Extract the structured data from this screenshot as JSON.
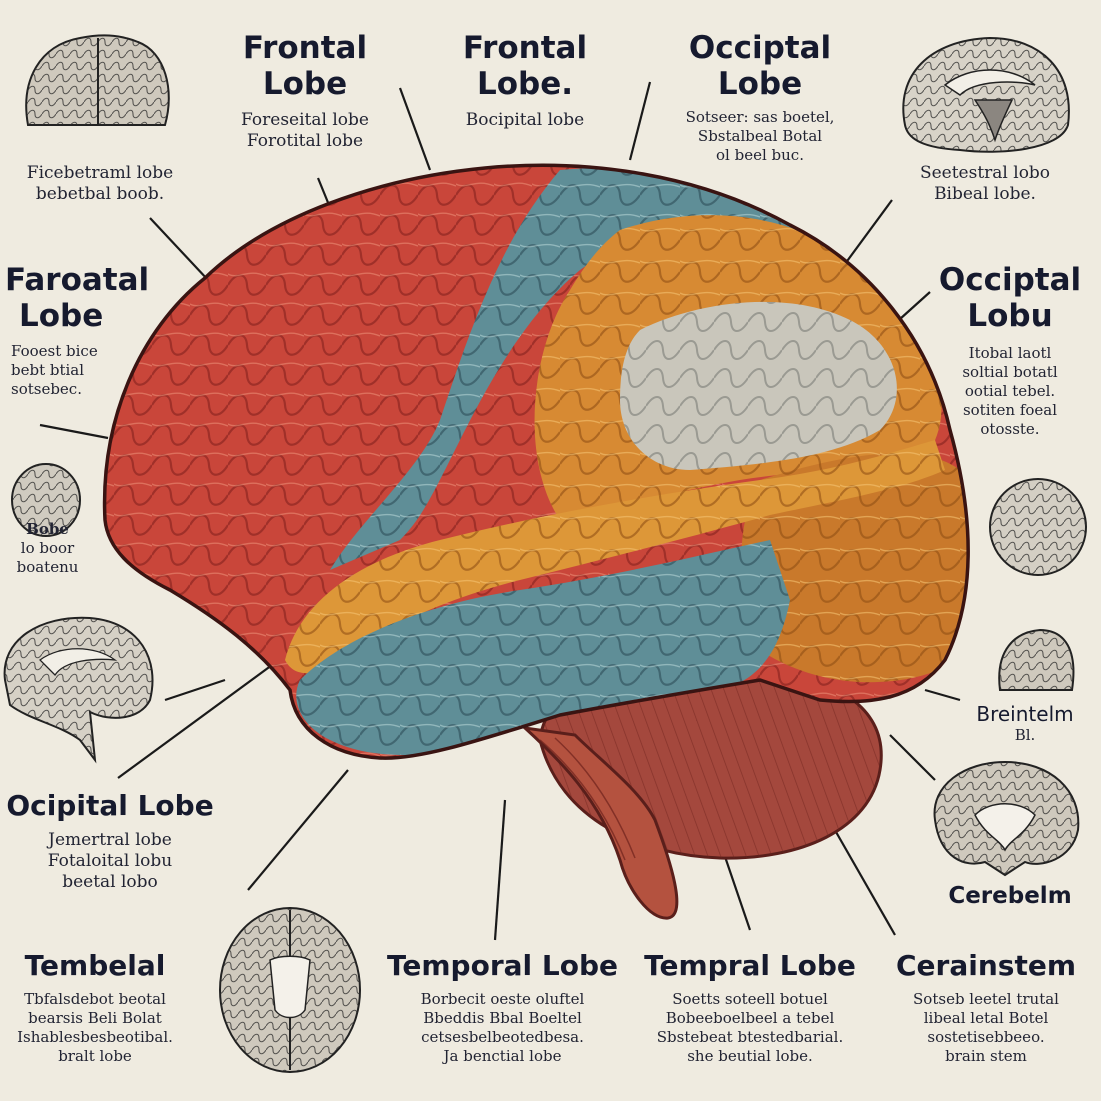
{
  "labels": {
    "frontal_lobe_1": {
      "title": [
        "Frontal",
        "Lobe"
      ],
      "desc": [
        "Foreseital lobe",
        "Forotital lobe"
      ]
    },
    "frontal_lobe_2": {
      "title": [
        "Frontal",
        "Lobe."
      ],
      "desc": [
        "Bocipital lobe"
      ]
    },
    "occipital_lobe_top": {
      "title": [
        "Occiptal",
        "Lobe"
      ],
      "desc": [
        "Sotseer: sas boetel,",
        "Sbstalbeal Botal",
        "ol beel buc."
      ]
    },
    "top_left_caption": {
      "desc": [
        "Ficebetraml lobe",
        "bebetbal boob."
      ]
    },
    "top_right_caption": {
      "desc": [
        "Seetestral lobo",
        "Bibeal lobe."
      ]
    },
    "parietal_left": {
      "title": [
        "Faroatal",
        "Lobe"
      ],
      "desc": [
        "Fooest bice",
        "bebt btial",
        "sotsebec."
      ]
    },
    "occipital_right": {
      "title": [
        "Occiptal",
        "Lobu"
      ],
      "desc": [
        "Itobal laotl",
        "soltial botatl",
        "ootial tebel.",
        "sotiten foeal",
        "otosste."
      ]
    },
    "left_mini_caption": {
      "desc": [
        "Bobe",
        "lo boor",
        "boatenu"
      ]
    },
    "brainstem_right": {
      "title": [
        "Breintelm"
      ],
      "desc": [
        "Bl."
      ]
    },
    "occipital_lower_left": {
      "title": [
        "Ocipital Lobe"
      ],
      "desc": [
        "Jemertral lobe",
        "Fotaloital lobu",
        "beetal lobo"
      ]
    },
    "cerebellum_right": {
      "title": [
        "Cerebelm"
      ]
    },
    "tembelal": {
      "title": [
        "Tembelal"
      ],
      "desc": [
        "Tbfalsdebot beotal",
        "bearsis Beli Bolat",
        "Ishablesbesbeotibal.",
        "bralt lobe"
      ]
    },
    "temporal_lobe_1": {
      "title": [
        "Temporal Lobe"
      ],
      "desc": [
        "Borbecit oeste oluftel",
        "Bbeddis Bbal Boeltel",
        "cetsesbelbeotedbesa.",
        "Ja benctial lobe"
      ]
    },
    "temporal_lobe_2": {
      "title": [
        "Tempral Lobe"
      ],
      "desc": [
        "Soetts soteell botuel",
        "Bobeeboelbeel a tebel",
        "Sbstebeat btestedbarial.",
        "she beutial lobe."
      ]
    },
    "cerainstem": {
      "title": [
        "Cerainstem"
      ],
      "desc": [
        "Sotseb leetel trutal",
        "libeal letal Botel",
        "sostetisebbeeo.",
        "brain stem"
      ]
    }
  },
  "colors": {
    "background": "#efebe0",
    "frontal": "#c9463a",
    "parietal": "#d78a33",
    "temporal": "#5f8e97",
    "occipital": "#c9792b",
    "cerebellum": "#a4483d",
    "brainstem": "#b4523f",
    "line": "#1a1a1a",
    "text": "#161a2e"
  },
  "icons": [
    "brain-top-view-icon",
    "brain-sagittal-section-icon",
    "brain-sphere-icon",
    "brain-coronal-section-icon",
    "brain-axial-section-icon"
  ]
}
